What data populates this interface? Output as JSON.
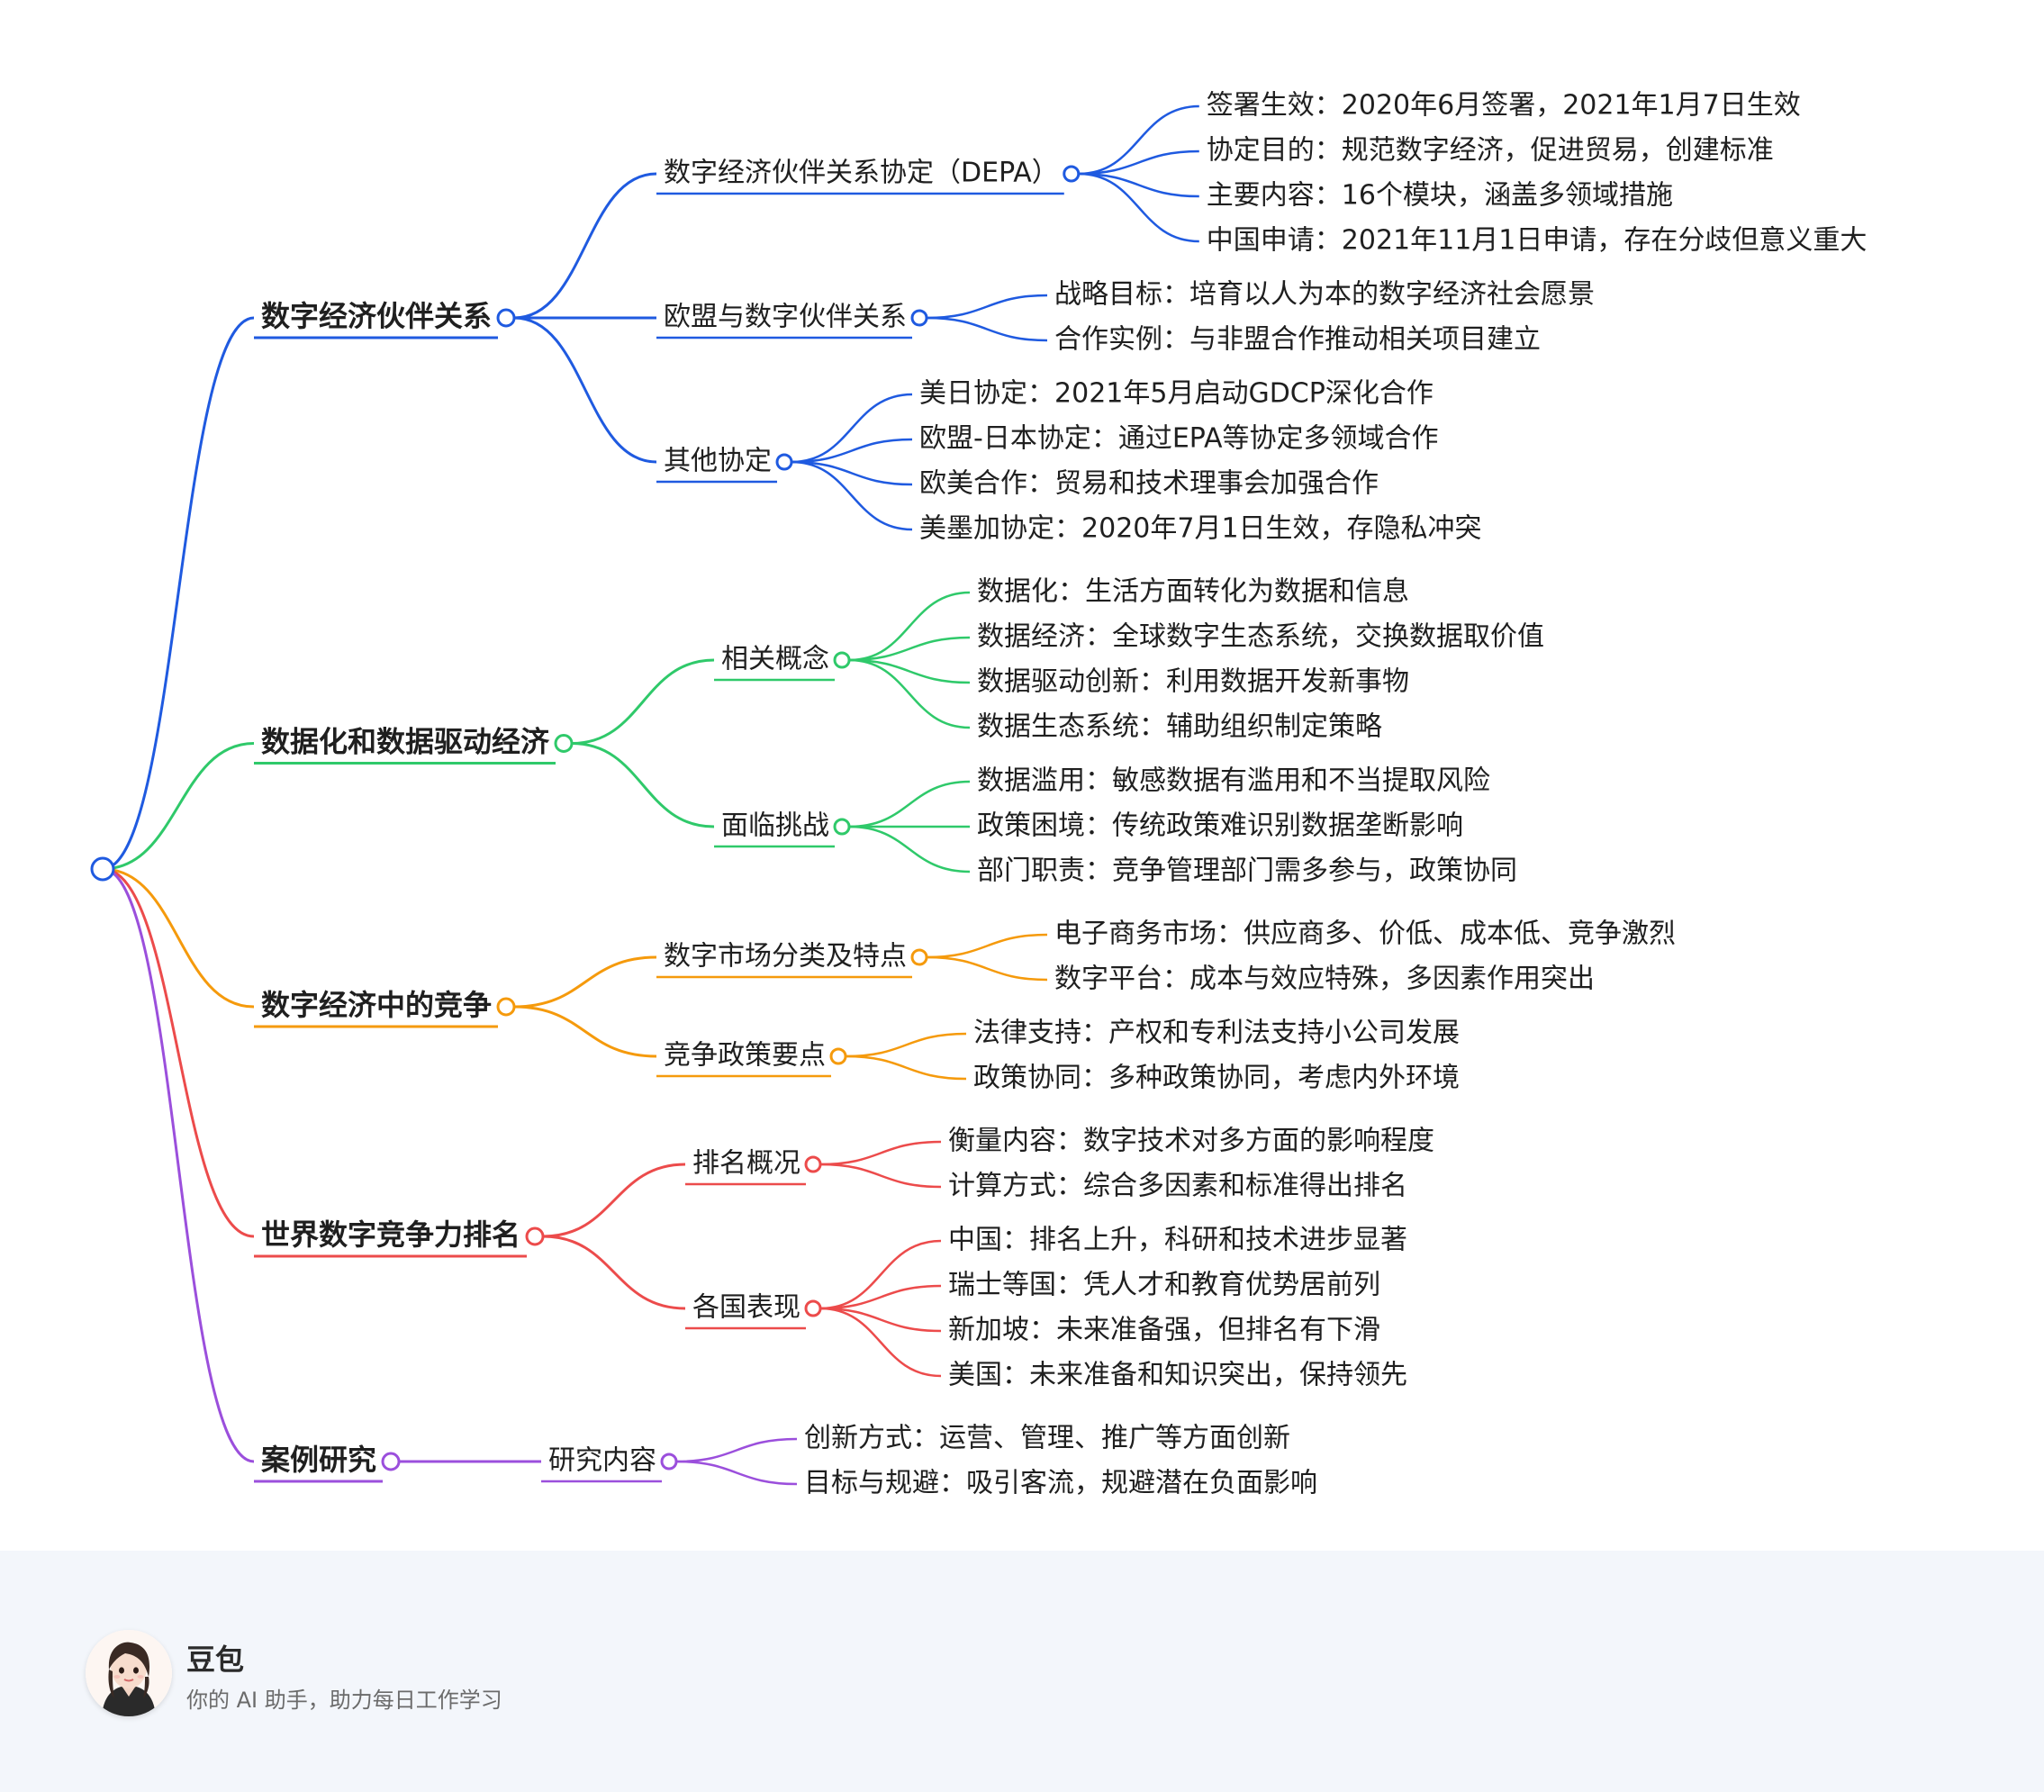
{
  "colors": {
    "blue": "#1f5ae0",
    "green": "#2fc96a",
    "orange": "#f59a0c",
    "red": "#ec4b4b",
    "purple": "#9b4fdc"
  },
  "mindmap": {
    "branches": [
      {
        "label": "数字经济伙伴关系",
        "color": "blue",
        "children": [
          {
            "label": "数字经济伙伴关系协定（DEPA）",
            "children": [
              "签署生效：2020年6月签署，2021年1月7日生效",
              "协定目的：规范数字经济，促进贸易，创建标准",
              "主要内容：16个模块，涵盖多领域措施",
              "中国申请：2021年11月1日申请，存在分歧但意义重大"
            ]
          },
          {
            "label": "欧盟与数字伙伴关系",
            "children": [
              "战略目标：培育以人为本的数字经济社会愿景",
              "合作实例：与非盟合作推动相关项目建立"
            ]
          },
          {
            "label": "其他协定",
            "children": [
              "美日协定：2021年5月启动GDCP深化合作",
              "欧盟-日本协定：通过EPA等协定多领域合作",
              "欧美合作：贸易和技术理事会加强合作",
              "美墨加协定：2020年7月1日生效，存隐私冲突"
            ]
          }
        ]
      },
      {
        "label": "数据化和数据驱动经济",
        "color": "green",
        "children": [
          {
            "label": "相关概念",
            "children": [
              "数据化：生活方面转化为数据和信息",
              "数据经济：全球数字生态系统，交换数据取价值",
              "数据驱动创新：利用数据开发新事物",
              "数据生态系统：辅助组织制定策略"
            ]
          },
          {
            "label": "面临挑战",
            "children": [
              "数据滥用：敏感数据有滥用和不当提取风险",
              "政策困境：传统政策难识别数据垄断影响",
              "部门职责：竞争管理部门需多参与，政策协同"
            ]
          }
        ]
      },
      {
        "label": "数字经济中的竞争",
        "color": "orange",
        "children": [
          {
            "label": "数字市场分类及特点",
            "children": [
              "电子商务市场：供应商多、价低、成本低、竞争激烈",
              "数字平台：成本与效应特殊，多因素作用突出"
            ]
          },
          {
            "label": "竞争政策要点",
            "children": [
              "法律支持：产权和专利法支持小公司发展",
              "政策协同：多种政策协同，考虑内外环境"
            ]
          }
        ]
      },
      {
        "label": "世界数字竞争力排名",
        "color": "red",
        "children": [
          {
            "label": "排名概况",
            "children": [
              "衡量内容：数字技术对多方面的影响程度",
              "计算方式：综合多因素和标准得出排名"
            ]
          },
          {
            "label": "各国表现",
            "children": [
              "中国：排名上升，科研和技术进步显著",
              "瑞士等国：凭人才和教育优势居前列",
              "新加坡：未来准备强，但排名有下滑",
              "美国：未来准备和知识突出，保持领先"
            ]
          }
        ]
      },
      {
        "label": "案例研究",
        "color": "purple",
        "children": [
          {
            "label": "研究内容",
            "children": [
              "创新方式：运营、管理、推广等方面创新",
              "目标与规避：吸引客流，规避潜在负面影响"
            ]
          }
        ]
      }
    ]
  },
  "footer": {
    "brand_name": "豆包",
    "slogan": "你的 AI 助手，助力每日工作学习",
    "avatar_icon": "assistant-avatar-icon"
  }
}
